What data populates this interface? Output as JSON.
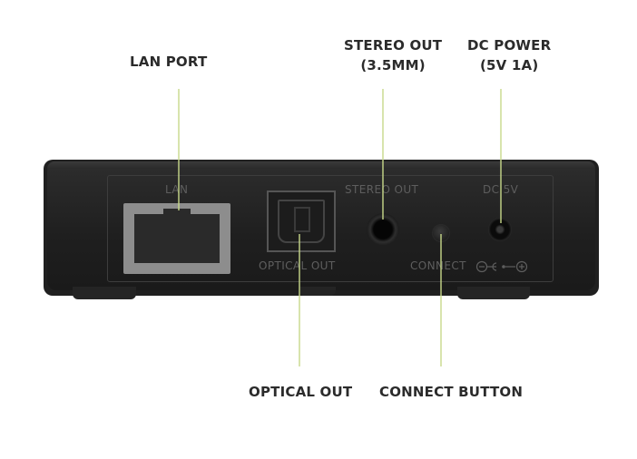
{
  "callouts": {
    "lan_port": "LAN PORT",
    "stereo_out_line1": "STEREO OUT",
    "stereo_out_line2": "(3.5MM)",
    "dc_power_line1": "DC POWER",
    "dc_power_line2": "(5V 1A)",
    "optical_out": "OPTICAL OUT",
    "connect_button": "CONNECT BUTTON"
  },
  "device_labels": {
    "lan": "LAN",
    "stereo_out": "STEREO OUT",
    "dc_5v": "DC 5V",
    "optical_out": "OPTICAL OUT",
    "connect": "CONNECT"
  },
  "icons": {
    "polarity": "dc-polarity-icon",
    "lan_port": "ethernet-port-icon",
    "optical_port": "toslink-port-icon"
  },
  "colors": {
    "leader_line": "#c8d98a",
    "device_body": "#1f1f1f",
    "callout_text": "#2b2b2b",
    "device_text": "#5e5e5e"
  }
}
